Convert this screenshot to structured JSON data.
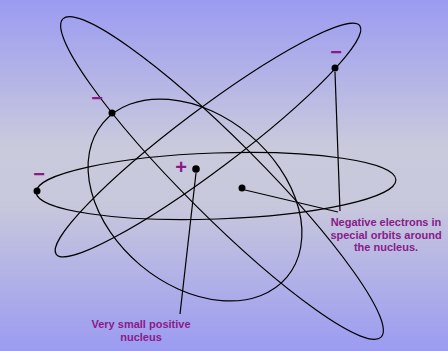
{
  "diagram": {
    "labels": [
      "+",
      "−",
      "−",
      "−",
      "Negative electrons in special orbits around the nucleus.",
      "Very small positive nucleus"
    ]
  }
}
